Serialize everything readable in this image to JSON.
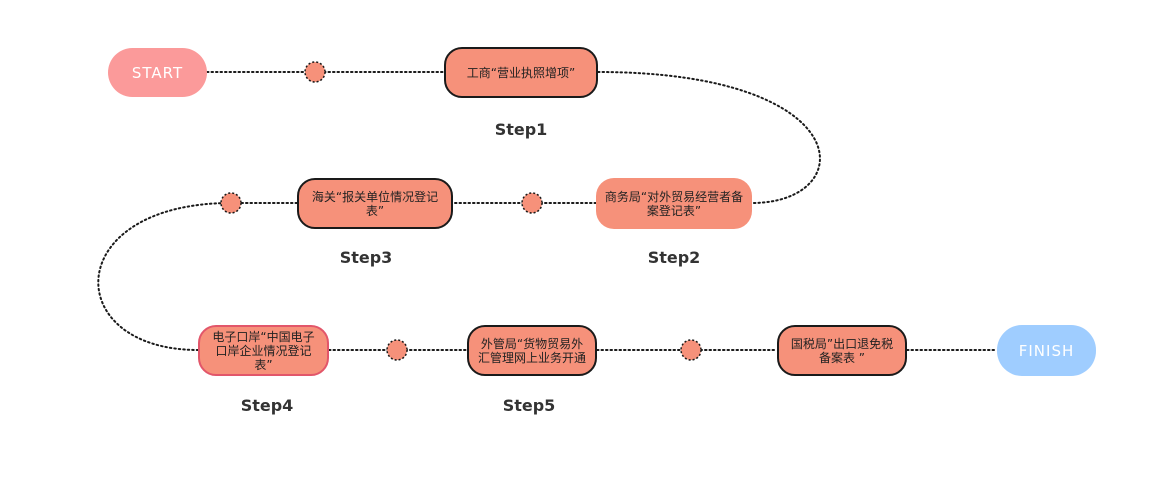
{
  "start": "START",
  "finish": "FINISH",
  "steps": [
    {
      "text": "工商“营业执照增项”",
      "label": "Step1"
    },
    {
      "text": "商务局“对外贸易经营者备案登记表”",
      "label": "Step2"
    },
    {
      "text": "海关“报关单位情况登记表”",
      "label": "Step3"
    },
    {
      "text": "电子口岸“中国电子口岸企业情况登记表”",
      "label": "Step4"
    },
    {
      "text": "外管局“货物贸易外汇管理网上业务开通",
      "label": "Step5"
    },
    {
      "text": "国税局”出口退免税备案表 ”",
      "label": ""
    }
  ],
  "colors": {
    "start": "#fb9a9a",
    "finish": "#9fcdff",
    "step": "#f6917a",
    "connector": "#1a1a1a"
  }
}
